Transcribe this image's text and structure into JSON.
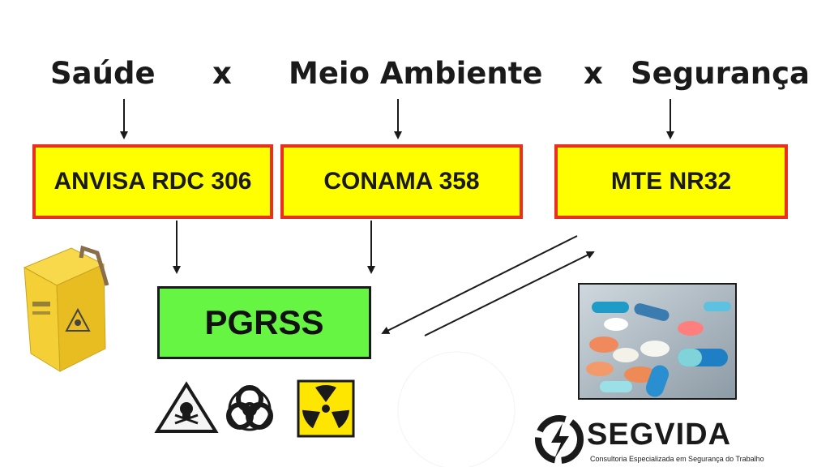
{
  "headings": {
    "health": "Saúde",
    "sep1": "x",
    "environment": "Meio Ambiente",
    "sep2": "x",
    "safety": "Segurança"
  },
  "regulations": {
    "anvisa": "ANVISA RDC 306",
    "conama": "CONAMA 358",
    "mte": "MTE  NR32"
  },
  "plan": {
    "label": "PGRSS"
  },
  "hazard_icons": [
    "toxic-skull-icon",
    "biohazard-icon",
    "radiation-icon"
  ],
  "illustrations": [
    "sharps-disposal-box-icon",
    "pills-photo"
  ],
  "logo": {
    "name": "SEGVIDA",
    "tagline": "Consultoria Especializada em Segurança do Trabalho"
  },
  "colors": {
    "box_fill": "#ffff00",
    "box_border": "#e8301c",
    "plan_fill": "#66f542",
    "text": "#1a1a1a"
  }
}
